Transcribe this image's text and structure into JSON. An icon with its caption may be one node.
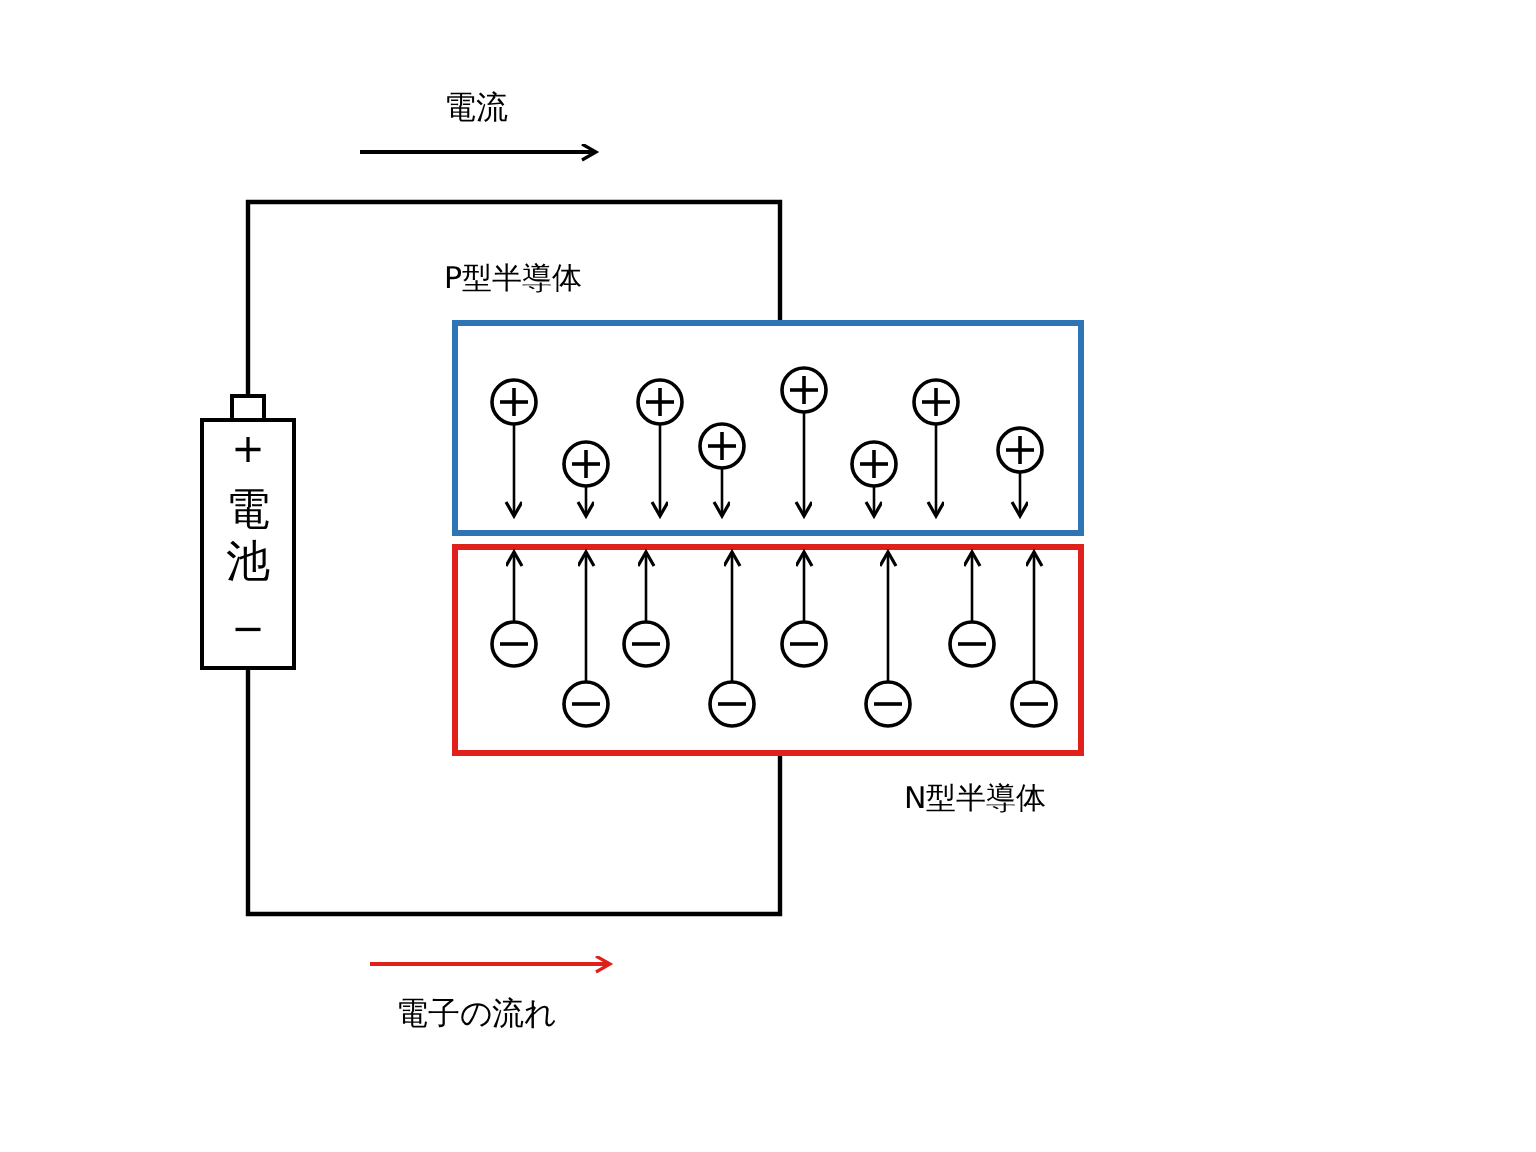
{
  "diagram": {
    "nodes": [
      {
        "text": [
          "+",
          "電池",
          "−"
        ]
      },
      {
        "text": [
          "P型半導体"
        ]
      },
      {
        "text": [
          "N型半導体"
        ]
      }
    ],
    "edges": [
      {
        "from": 0,
        "to": 1,
        "arrow": "none"
      },
      {
        "from": 2,
        "to": 0,
        "arrow": "none"
      }
    ],
    "labels": [
      "電流",
      "電子の流れ"
    ]
  }
}
